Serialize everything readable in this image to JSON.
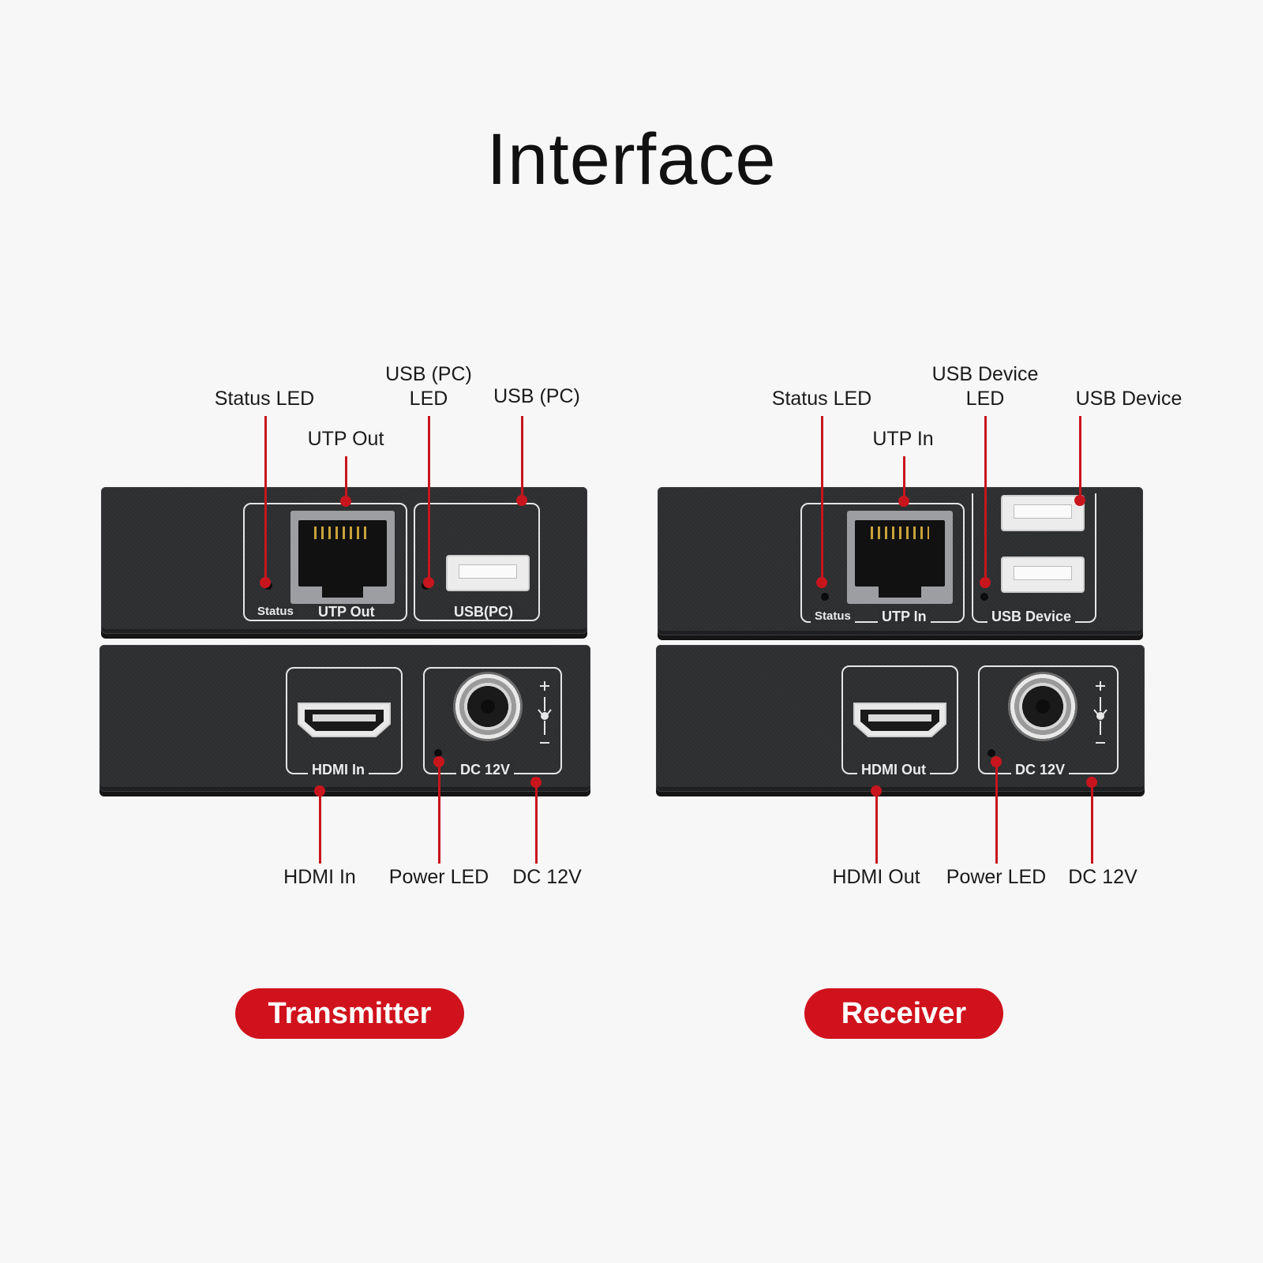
{
  "title": "Interface",
  "transmitter": {
    "badge": "Transmitter",
    "callouts": {
      "status_led": "Status LED",
      "utp": "UTP Out",
      "usb_led_line1": "USB (PC)",
      "usb_led_line2": "LED",
      "usb_port": "USB (PC)",
      "hdmi": "HDMI In",
      "power_led": "Power LED",
      "dc": "DC 12V"
    },
    "panel_labels": {
      "status": "Status",
      "utp": "UTP Out",
      "usb": "USB(PC)",
      "hdmi": "HDMI In",
      "dc": "DC 12V"
    }
  },
  "receiver": {
    "badge": "Receiver",
    "callouts": {
      "status_led": "Status LED",
      "utp": "UTP In",
      "usb_led_line1": "USB  Device",
      "usb_led_line2": "LED",
      "usb_port": "USB  Device",
      "hdmi": "HDMI Out",
      "power_led": "Power LED",
      "dc": "DC 12V"
    },
    "panel_labels": {
      "status": "Status",
      "utp": "UTP In",
      "usb": "USB  Device",
      "hdmi": "HDMI Out",
      "dc": "DC 12V"
    }
  },
  "colors": {
    "accent": "#c8151d",
    "device_body": "#2e2f31",
    "background": "#f7f7f7"
  },
  "icons": {
    "dc_polarity": "dc-polarity-icon"
  }
}
